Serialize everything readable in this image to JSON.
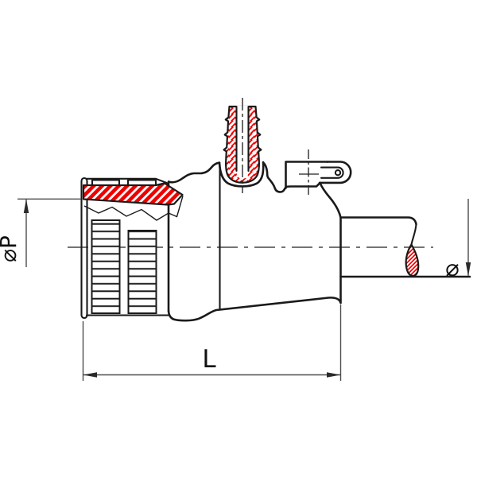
{
  "drawing": {
    "title": "connector-backshell-section-diagram",
    "labels": {
      "phi_p": "⌀P",
      "length": "L",
      "phi": "⌀"
    },
    "colors": {
      "outline": "#1a1a1a",
      "centerline": "#222222",
      "thin_line": "#4d4d4d",
      "arrow": "#2a2a2a",
      "hatch_red": "#ee0000",
      "background": "#ffffff"
    }
  }
}
